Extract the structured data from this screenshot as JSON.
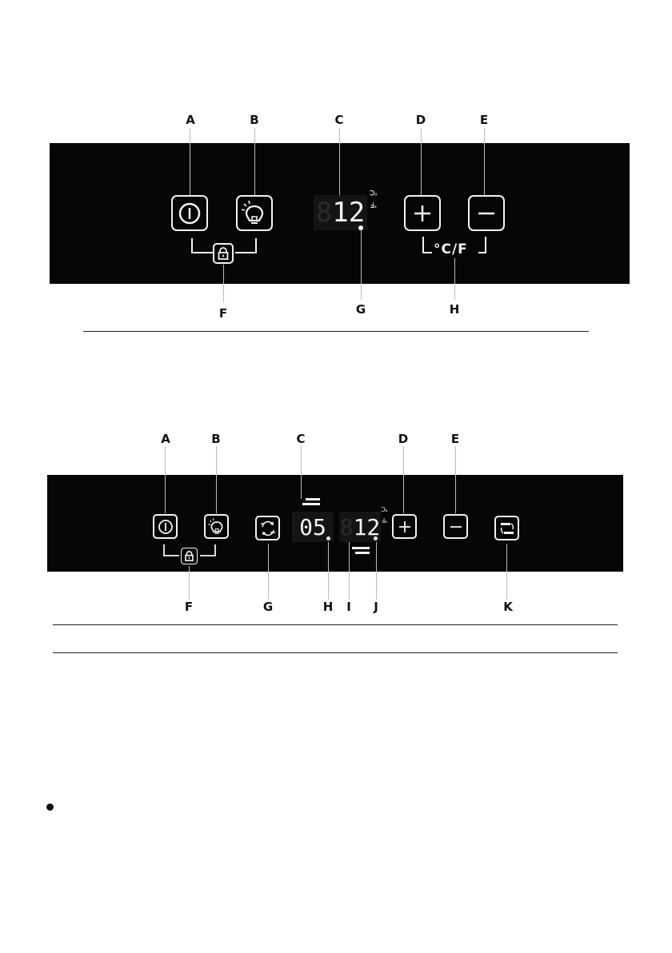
{
  "panel1": {
    "labels": [
      "A",
      "B",
      "C",
      "D",
      "E",
      "F",
      "G",
      "H"
    ],
    "display": {
      "value": "12",
      "ghost": "8"
    },
    "unit_toggle_text": "°C/F",
    "unit_symbols": "℉ ℃",
    "icons": [
      "power-icon",
      "light-bulb-icon",
      "plus-icon",
      "minus-icon",
      "lock-icon"
    ]
  },
  "panel2": {
    "labels": [
      "A",
      "B",
      "C",
      "D",
      "E",
      "F",
      "G",
      "H",
      "I",
      "J",
      "K"
    ],
    "display_upper": {
      "value": "05",
      "ghost": ""
    },
    "display_lower": {
      "value": "12",
      "ghost": "8"
    },
    "unit_symbols": "℉ ℃",
    "icons": [
      "power-icon",
      "light-bulb-icon",
      "zone-switch-icon",
      "plus-icon",
      "minus-icon",
      "zone-sync-icon",
      "lock-icon"
    ]
  },
  "colors": {
    "panel": "#060606",
    "foreground": "#f2f2f2",
    "page": "#ffffff"
  }
}
